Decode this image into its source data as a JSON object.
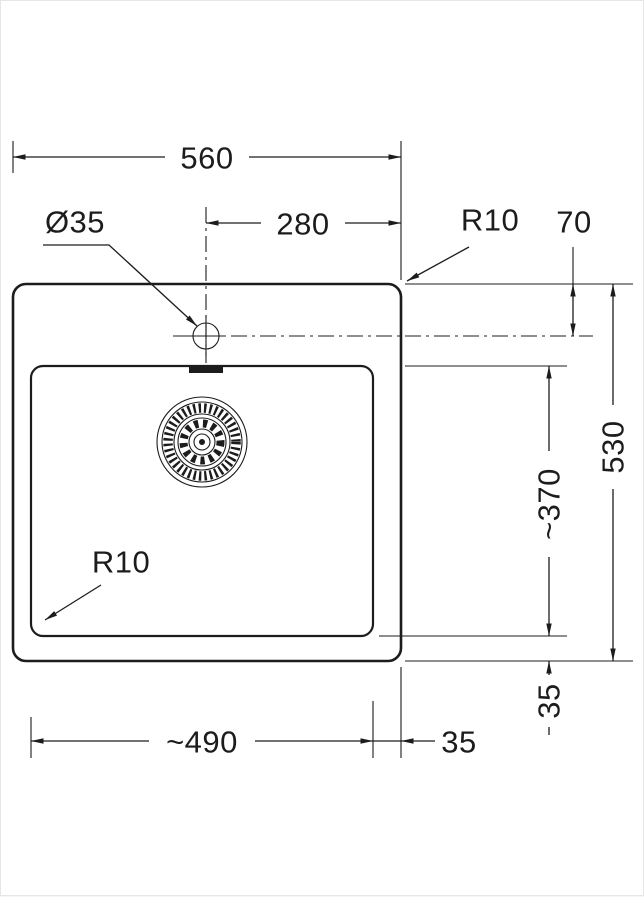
{
  "colors": {
    "line": "#1c1c1c",
    "background": "#ffffff"
  },
  "labels": {
    "overall_width": "560",
    "hole_center_offset": "280",
    "hole_diameter": "Ø35",
    "corner_radius_top": "R10",
    "edge_to_hole_center": "70",
    "overall_depth": "530",
    "bowl_depth": "~370",
    "corner_radius_bowl": "R10",
    "bowl_width": "~490",
    "right_margin": "35",
    "bottom_margin": "35"
  }
}
